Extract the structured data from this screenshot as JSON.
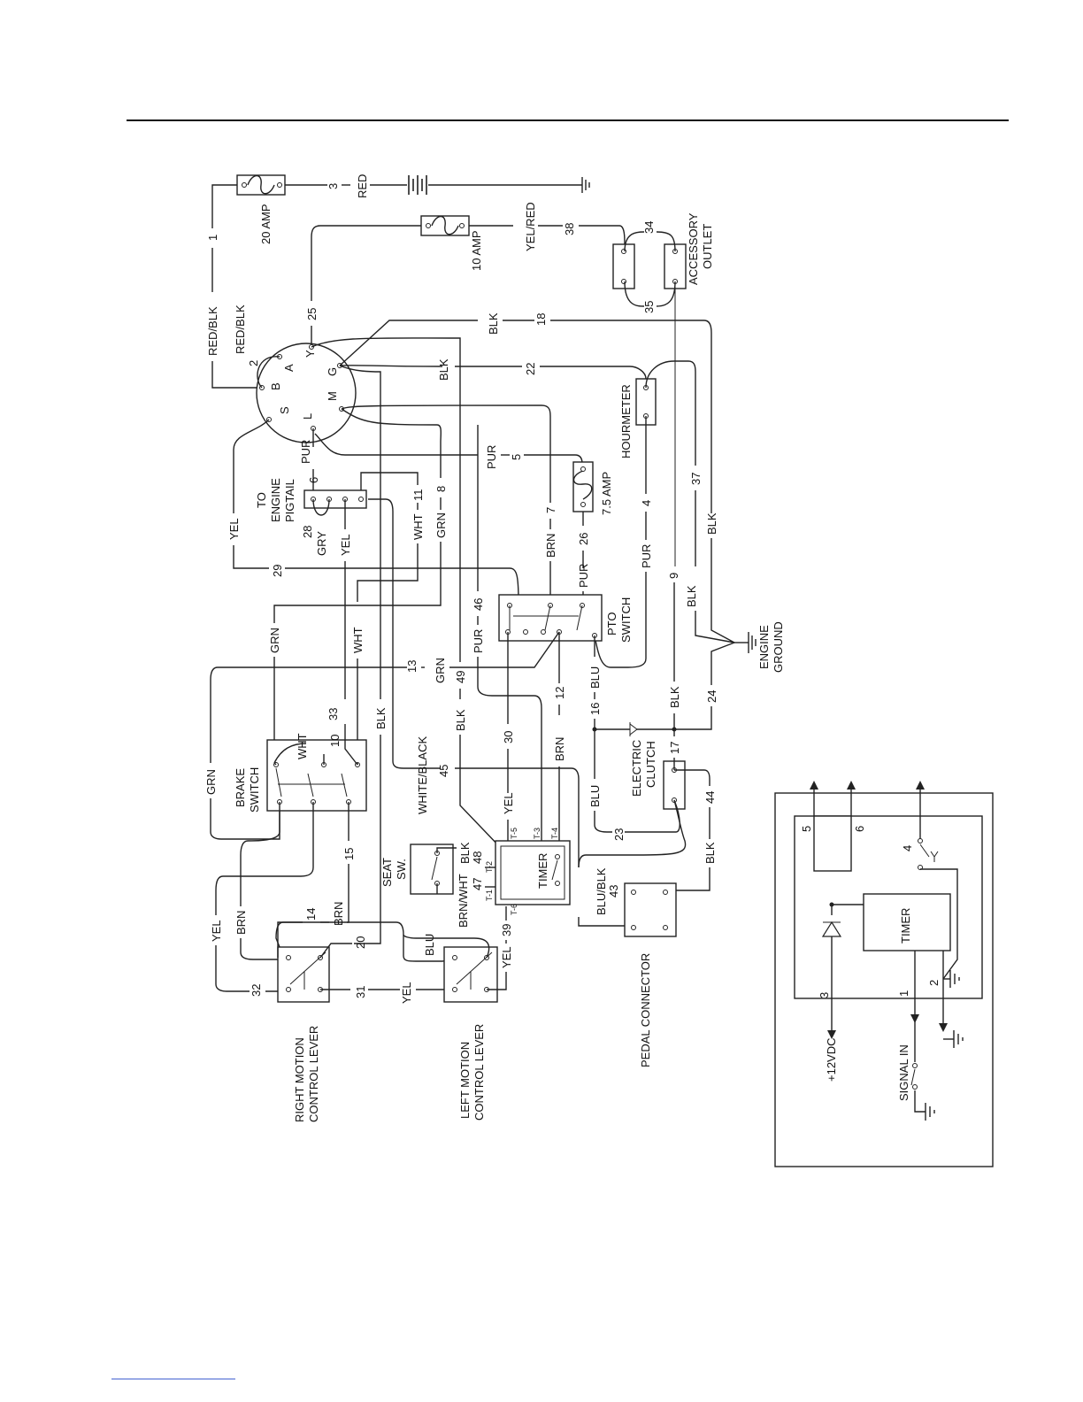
{
  "components": {
    "fuse_20": "20 AMP",
    "fuse_10": "10 AMP",
    "fuse_75": "7.5 AMP",
    "engine_pigtail": [
      "TO",
      "ENGINE",
      "PIGTAIL"
    ],
    "hourmeter": "HOURMETER",
    "accessory_outlet": [
      "ACCESSORY",
      "OUTLET"
    ],
    "pto_switch": [
      "PTO",
      "SWITCH"
    ],
    "engine_ground": [
      "ENGINE",
      "GROUND"
    ],
    "brake_switch": [
      "BRAKE",
      "SWITCH"
    ],
    "seat_switch": [
      "SEAT",
      "SW."
    ],
    "timer": "TIMER",
    "electric_clutch": [
      "ELECTRIC",
      "CLUTCH"
    ],
    "pedal_connector": "PEDAL CONNECTOR",
    "right_motion_lever": [
      "RIGHT MOTION",
      "CONTROL LEVER"
    ],
    "left_motion_lever": [
      "LEFT MOTION",
      "CONTROL LEVER"
    ]
  },
  "ignition_terminals": [
    "B",
    "A",
    "Y",
    "G",
    "M",
    "L",
    "S"
  ],
  "timer_terminals": [
    "T-1",
    "T-2",
    "T-3",
    "T-4",
    "T-5",
    "T-6"
  ],
  "wires": {
    "w1": "1",
    "w2": "2",
    "w3": "3",
    "w4": "4",
    "w5": "5",
    "w6": "6",
    "w7": "7",
    "w8": "8",
    "w9": "9",
    "w10": "10",
    "w11": "11",
    "w12": "12",
    "w13": "13",
    "w14": "14",
    "w15": "15",
    "w16": "16",
    "w17": "17",
    "w18": "18",
    "w20": "20",
    "w22": "22",
    "w23": "23",
    "w24": "24",
    "w25": "25",
    "w26": "26",
    "w28": "28",
    "w29": "29",
    "w30": "30",
    "w31": "31",
    "w32": "32",
    "w33": "33",
    "w34": "34",
    "w35": "35",
    "w37": "37",
    "w38": "38",
    "w39": "39",
    "w43": "43",
    "w44": "44",
    "w45": "45",
    "w46": "46",
    "w47": "47",
    "w48": "48",
    "w49": "49"
  },
  "colors": {
    "red": "RED",
    "red_blk": "RED/BLK",
    "yel_red": "YEL/RED",
    "blk": "BLK",
    "pur": "PUR",
    "yel": "YEL",
    "gry": "GRY",
    "wht": "WHT",
    "grn": "GRN",
    "brn": "BRN",
    "blu": "BLU",
    "white_black": "WHITE/BLACK",
    "brn_wht": "BRN/WHT",
    "blu_blk": "BLU/BLK"
  },
  "inset": {
    "timer": "TIMER",
    "pins": [
      "5",
      "6",
      "4",
      "3",
      "1",
      "2"
    ],
    "vdc": "+12VDC",
    "signal": "SIGNAL IN"
  }
}
